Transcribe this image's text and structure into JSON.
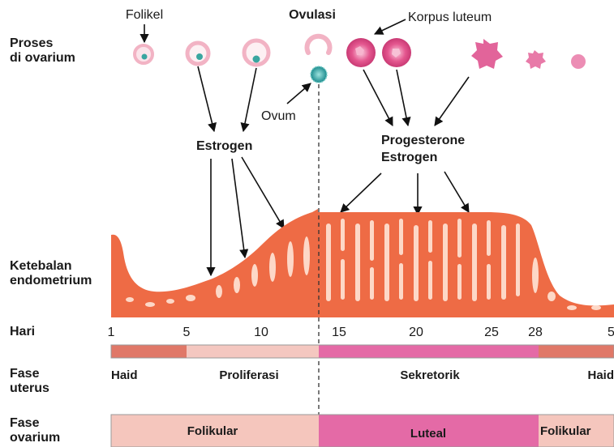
{
  "row_labels": {
    "ovary_process": "Proses\ndi ovarium",
    "endometrium": "Ketebalan\nendometrium",
    "day": "Hari",
    "uterine_phase": "Fase\nuterus",
    "ovarian_phase": "Fase\novarium"
  },
  "annotations": {
    "follicle": "Folikel",
    "ovulation": "Ovulasi",
    "corpus_luteum": "Korpus luteum",
    "ovum": "Ovum",
    "estrogen": "Estrogen",
    "progesterone": "Progesterone",
    "estrogen2": "Estrogen"
  },
  "day_ticks": [
    "1",
    "5",
    "10",
    "15",
    "20",
    "25",
    "28",
    "5"
  ],
  "uterine_phases": [
    {
      "label": "Haid",
      "color": "#e07868"
    },
    {
      "label": "Proliferasi",
      "color": "#f4c7c0"
    },
    {
      "label": "Sekretorik",
      "color": "#e46aa6"
    },
    {
      "label": "Haid",
      "color": "#e07868"
    }
  ],
  "ovarian_phases": [
    {
      "label": "Folikular",
      "color": "#f5c6bd"
    },
    {
      "label": "Luteal",
      "color": "#e46aa6"
    },
    {
      "label": "Folikular",
      "color": "#f5c6bd"
    }
  ],
  "colors": {
    "endometrium": "#ee6b45",
    "endometrium_light": "#f8a883",
    "follicle_ring": "#f6bccb",
    "ovum": "#2fa6a8",
    "corpus_luteum": "#e4578f"
  }
}
